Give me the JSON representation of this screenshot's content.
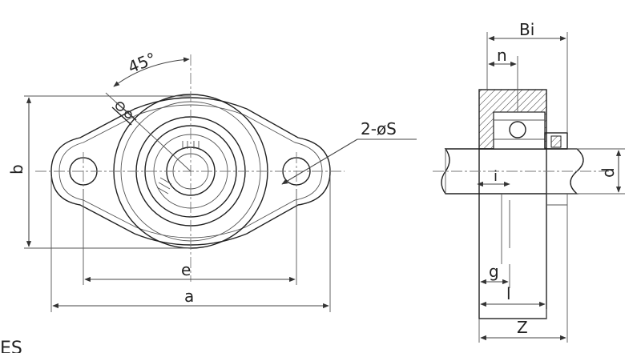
{
  "front_view": {
    "angle_label": "45°",
    "holes_label": "2-øS",
    "dim_e": "e",
    "dim_a": "a",
    "dim_b": "b"
  },
  "side_view": {
    "dim_Bi": "Bi",
    "dim_n": "n",
    "dim_d": "d",
    "dim_i": "i",
    "dim_g": "g",
    "dim_l": "l",
    "dim_Z": "Z"
  },
  "footer_fragment": "ES"
}
